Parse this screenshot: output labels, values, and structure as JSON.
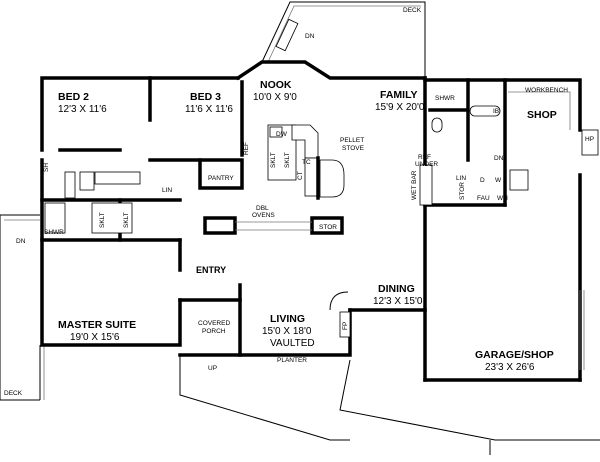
{
  "plan": {
    "rooms": {
      "bed2": {
        "name": "BED 2",
        "size": "12'3 X 11'6"
      },
      "bed3": {
        "name": "BED 3",
        "size": "11'6 X 11'6"
      },
      "nook": {
        "name": "NOOK",
        "size": "10'0 X 9'0"
      },
      "family": {
        "name": "FAMILY",
        "size": "15'9 X 20'0"
      },
      "shop": {
        "name": "SHOP"
      },
      "master": {
        "name": "MASTER SUITE",
        "size": "19'0 X 15'6"
      },
      "living": {
        "name": "LIVING",
        "size": "15'0 X 18'0",
        "note": "VAULTED"
      },
      "dining": {
        "name": "DINING",
        "size": "12'3 X 15'0"
      },
      "garage": {
        "name": "GARAGE/SHOP",
        "size": "23'3 X 26'6"
      },
      "entry": {
        "name": "ENTRY"
      },
      "porch": {
        "line1": "COVERED",
        "line2": "PORCH"
      }
    },
    "labels": {
      "deck_top": "DECK",
      "deck_left": "DECK",
      "dn_top": "DN",
      "dn_left": "DN",
      "dn_garage": "DN",
      "up": "UP",
      "shwr_top": "SHWR",
      "shwr_left": "SHWR",
      "ib": "IB",
      "workbench": "WORKBENCH",
      "hp": "HP",
      "ref": "REF",
      "dw": "DW",
      "tc": "TC",
      "ct": "CT",
      "sklt": "SKLT",
      "pantry": "PANTRY",
      "pellet1": "PELLET",
      "pellet2": "STOVE",
      "dbl1": "DBL",
      "dbl2": "OVENS",
      "stor": "STOR",
      "stor2": "STOR",
      "ref_under1": "REF",
      "ref_under2": "UNDER",
      "wet_bar": "WET BAR",
      "lin": "LIN",
      "lin2": "LIN",
      "d": "D",
      "w": "W",
      "fau": "FAU",
      "wh": "WH",
      "sh": "SH",
      "fp": "FP",
      "planter": "PLANTER"
    }
  }
}
